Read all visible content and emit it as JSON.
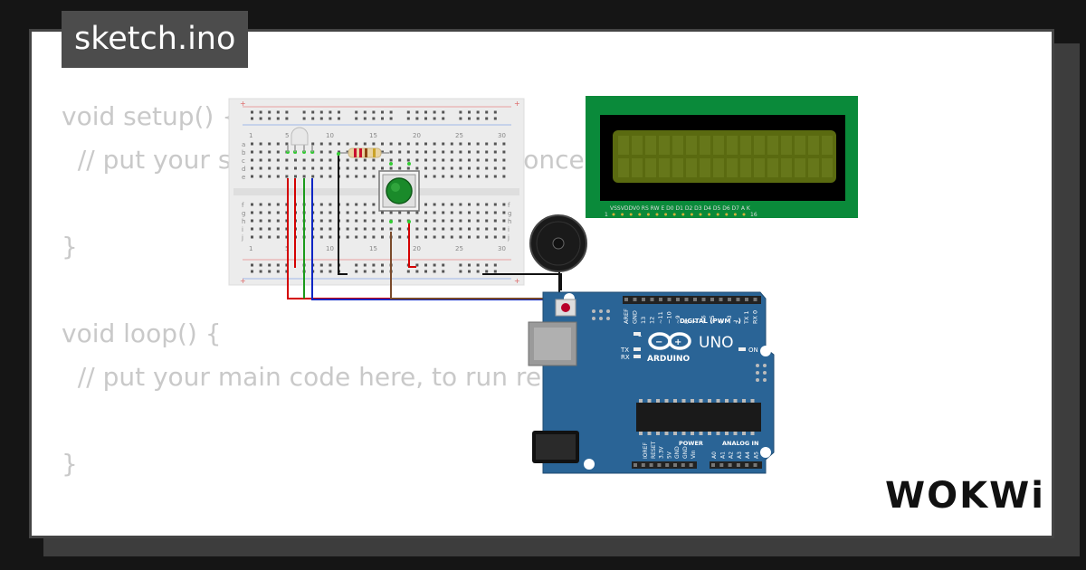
{
  "editor": {
    "tab_label": "sketch.ino",
    "code_lines": [
      "void setup() {",
      "  // put your setup code here, to run once:",
      "",
      "}",
      "",
      "void loop() {",
      "  // put your main code here, to run repeatedly:",
      "",
      "}"
    ]
  },
  "breadboard": {
    "column_labels": [
      "1",
      "5",
      "10",
      "15",
      "20",
      "25",
      "30"
    ],
    "row_labels_top": [
      "a",
      "b",
      "c",
      "d",
      "e"
    ],
    "row_labels_bottom": [
      "f",
      "g",
      "h",
      "i",
      "j"
    ]
  },
  "lcd": {
    "pin_labels": "VSSVDDV0 RS RW E  D0 D1 D2 D3 D4 D5 D6 D7  A  K",
    "pin_start": "1",
    "pin_end": "16"
  },
  "arduino": {
    "model": "UNO",
    "brand": "ARDUINO",
    "digital_header": "DIGITAL (PWM ~)",
    "power_header": "POWER",
    "analog_header": "ANALOG IN",
    "led_labels": [
      "L",
      "TX",
      "RX",
      "ON"
    ],
    "top_pins": [
      "AREF",
      "GND",
      "13",
      "12",
      "~11",
      "~10",
      "~9",
      "8",
      "7",
      "~6",
      "~5",
      "4",
      "~3",
      "2",
      "TX 1",
      "RX 0"
    ],
    "power_pins": [
      "IOREF",
      "RESET",
      "3.3V",
      "5V",
      "GND",
      "GND",
      "Vin"
    ],
    "analog_pins": [
      "A0",
      "A1",
      "A2",
      "A3",
      "A4",
      "A5"
    ]
  },
  "branding": {
    "logo": "WOKWi"
  },
  "colors": {
    "board_blue": "#2a6496",
    "breadboard": "#ececec",
    "lcd_green": "#0a8a3a",
    "lcd_screen": "#5a6a10",
    "button_green": "#1a8a2a",
    "wire_red": "#d40000",
    "wire_green": "#1a9a1a",
    "wire_blue": "#0b26c4",
    "wire_brown": "#7a4a2a",
    "wire_black": "#111111"
  }
}
